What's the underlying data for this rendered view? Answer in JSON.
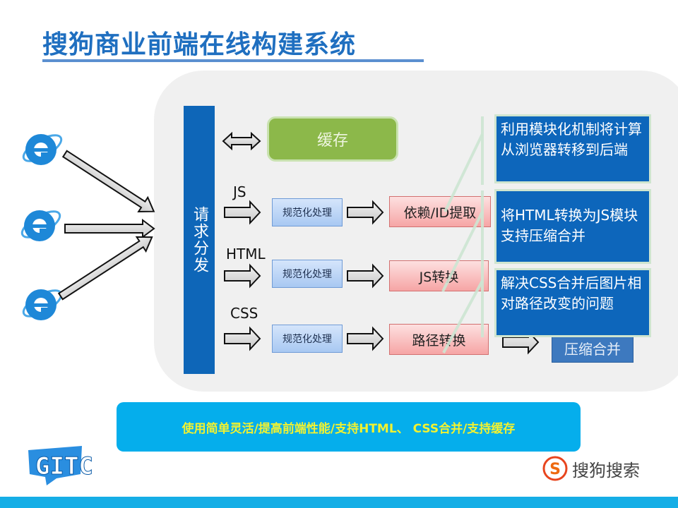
{
  "title": "搜狗商业前端在线构建系统",
  "dispatch": {
    "label": "请求分发"
  },
  "cache": {
    "label": "缓存"
  },
  "streams": [
    {
      "type_label": "JS",
      "normalize_label": "规范化处理",
      "process_label": "依赖/ID提取"
    },
    {
      "type_label": "HTML",
      "normalize_label": "规范化处理",
      "process_label": "JS转换"
    },
    {
      "type_label": "CSS",
      "normalize_label": "规范化处理",
      "process_label": "路径转换"
    }
  ],
  "compress": {
    "label": "压缩合并"
  },
  "notes": [
    {
      "text": "利用模块化机制将计算从浏览器转移到后端"
    },
    {
      "text": "将HTML转换为JS模块支持压缩合并"
    },
    {
      "text": "解决CSS合并后图片相对路径改变的问题"
    }
  ],
  "banner": {
    "text": "使用简单灵活/提高前端性能/支持HTML、 CSS合并/支持缓存"
  },
  "logos": {
    "left": "GITC",
    "right_text": "搜狗搜索",
    "right_mark": "S"
  },
  "icons": [
    "ie-browser-icon",
    "ie-browser-icon",
    "ie-browser-icon"
  ],
  "colors": {
    "title": "#1f6fc0",
    "dispatch": "#0e66b8",
    "cache": "#8cb84a",
    "banner": "#05aeec",
    "banner_text": "#f2f230",
    "note": "#0d66bb"
  }
}
